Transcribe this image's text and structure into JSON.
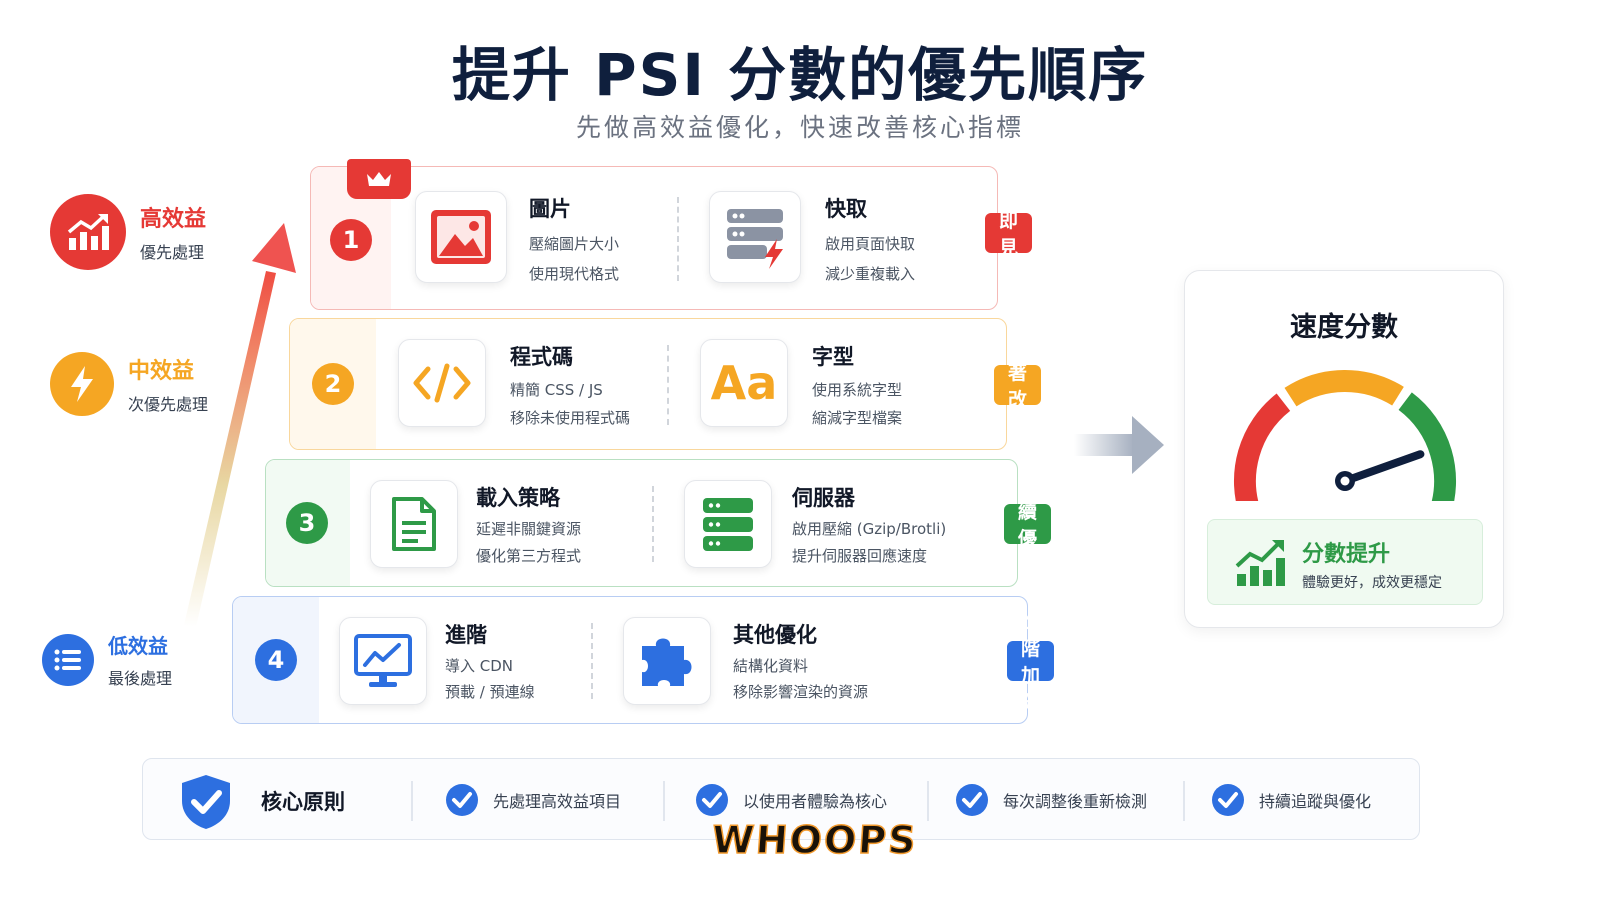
{
  "header": {
    "title": "提升 PSI 分數的優先順序",
    "subtitle": "先做高效益優化，快速改善核心指標"
  },
  "legend": [
    {
      "title": "高效益",
      "sub": "優先處理",
      "color": "#e53935"
    },
    {
      "title": "中效益",
      "sub": "次優先處理",
      "color": "#f5a623"
    },
    {
      "title": "低效益",
      "sub": "最後處理",
      "color": "#2d6fe0"
    }
  ],
  "tiers": [
    {
      "num": "1",
      "color": "#e53935",
      "badge": "立即見效",
      "items": [
        {
          "icon": "image-icon",
          "title": "圖片",
          "lines": [
            "壓縮圖片大小",
            "使用現代格式"
          ]
        },
        {
          "icon": "cache-server-icon",
          "title": "快取",
          "lines": [
            "啟用頁面快取",
            "減少重複載入"
          ]
        }
      ]
    },
    {
      "num": "2",
      "color": "#f5a623",
      "badge": "顯著改善",
      "items": [
        {
          "icon": "code-icon",
          "title": "程式碼",
          "lines": [
            "精簡 CSS / JS",
            "移除未使用程式碼"
          ]
        },
        {
          "icon": "font-icon",
          "glyph": "Aa",
          "title": "字型",
          "lines": [
            "使用系統字型",
            "縮減字型檔案"
          ]
        }
      ]
    },
    {
      "num": "3",
      "color": "#2e9a47",
      "badge": "持續優化",
      "items": [
        {
          "icon": "document-icon",
          "title": "載入策略",
          "lines": [
            "延遲非關鍵資源",
            "優化第三方程式"
          ]
        },
        {
          "icon": "server-icon",
          "title": "伺服器",
          "lines": [
            "啟用壓縮 (Gzip/Brotli)",
            "提升伺服器回應速度"
          ]
        }
      ]
    },
    {
      "num": "4",
      "color": "#2d6fe0",
      "badge": "進階加分",
      "items": [
        {
          "icon": "monitor-chart-icon",
          "title": "進階",
          "lines": [
            "導入 CDN",
            "預載 / 預連線"
          ]
        },
        {
          "icon": "puzzle-icon",
          "title": "其他優化",
          "lines": [
            "結構化資料",
            "移除影響渲染的資源"
          ]
        }
      ]
    }
  ],
  "speed": {
    "title": "速度分數",
    "gauge_level": 0.82,
    "result_title": "分數提升",
    "result_sub": "體驗更好，成效更穩定"
  },
  "principles": {
    "title": "核心原則",
    "items": [
      "先處理高效益項目",
      "以使用者體驗為核心",
      "每次調整後重新檢測",
      "持續追蹤與優化"
    ]
  },
  "watermark": "WHOOPS",
  "colors": {
    "red": "#e53935",
    "orange": "#f5a623",
    "green": "#2e9a47",
    "blue": "#2d6fe0",
    "navy": "#0f1f3d"
  }
}
